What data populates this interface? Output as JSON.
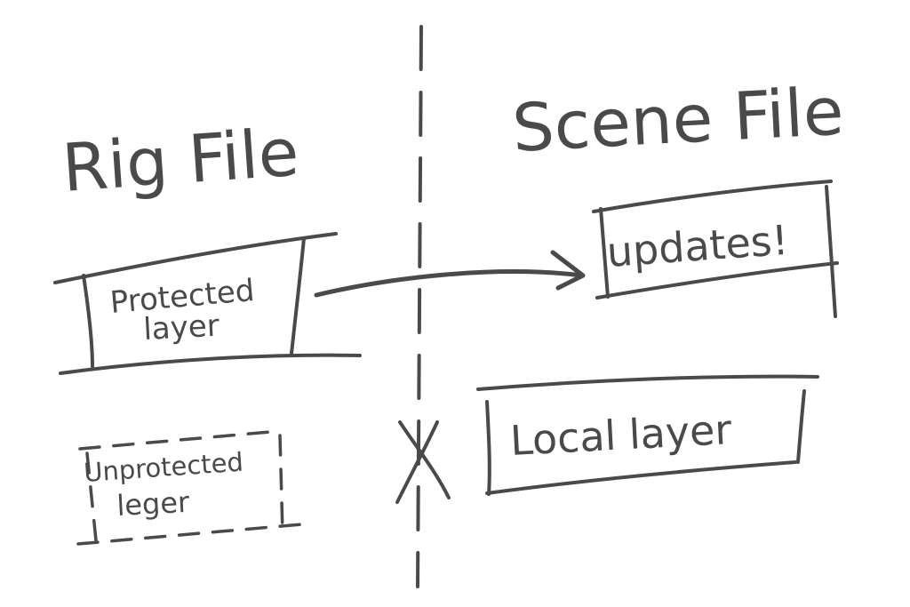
{
  "left_column": {
    "title": "Rig File"
  },
  "right_column": {
    "title": "Scene File"
  },
  "protected_box": {
    "line1": "Protected",
    "line2": "layer"
  },
  "unprotected_box": {
    "line1": "Unprotected",
    "line2": "leger"
  },
  "updates_box": {
    "label": "updates!"
  },
  "local_box": {
    "label": "Local layer"
  },
  "colors": {
    "ink": "#4a4a4a",
    "paper": "#ffffff"
  }
}
